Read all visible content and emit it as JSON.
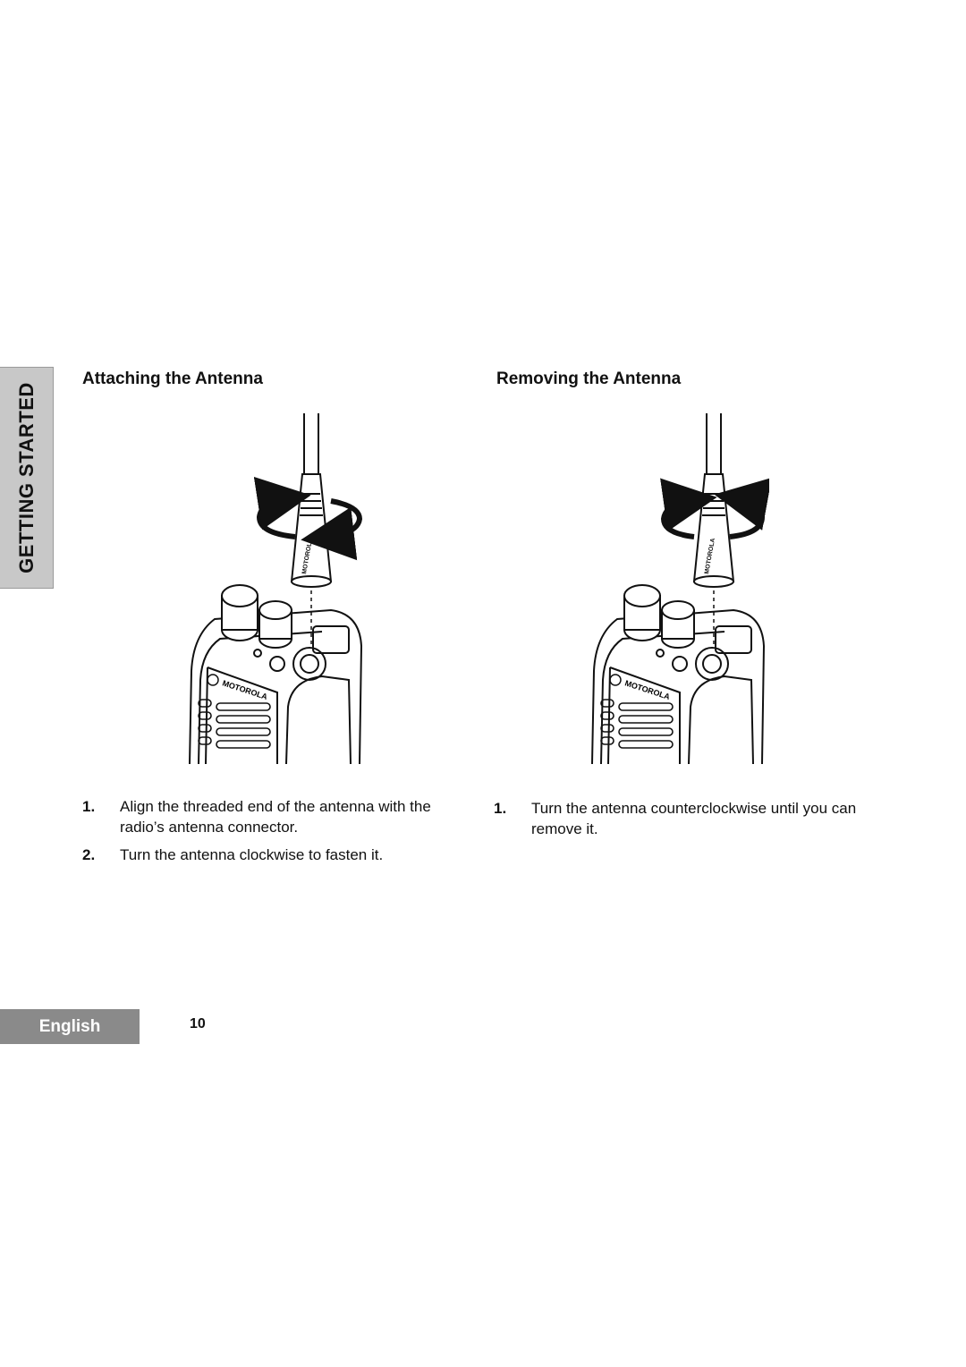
{
  "side_tab": {
    "label": "GETTING STARTED"
  },
  "attaching": {
    "title": "Attaching the Antenna",
    "steps": [
      {
        "num": "1.",
        "text": "Align the threaded end of the antenna with the radio’s antenna connector."
      },
      {
        "num": "2.",
        "text": "Turn the antenna clockwise to fasten it."
      }
    ],
    "illustration": {
      "brand": "MOTOROLA",
      "antenna_brand": "MOTOROLA",
      "rotation_icon": "clockwise-arrow-icon"
    }
  },
  "removing": {
    "title": "Removing the Antenna",
    "steps": [
      {
        "num": "1.",
        "text": "Turn the antenna counterclockwise until you can remove it."
      }
    ],
    "illustration": {
      "brand": "MOTOROLA",
      "antenna_brand": "MOTOROLA",
      "rotation_icon": "counterclockwise-arrow-icon"
    }
  },
  "footer": {
    "language": "English",
    "page_number": "10"
  }
}
